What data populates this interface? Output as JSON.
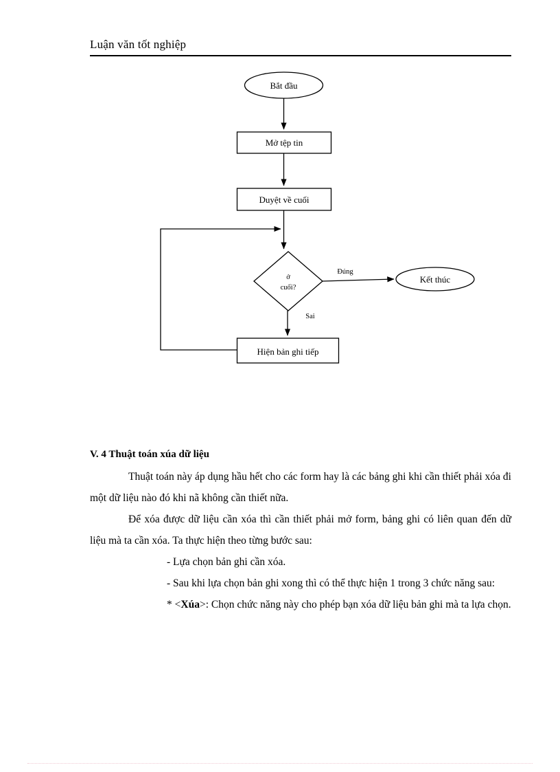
{
  "header": {
    "title": "Luận văn tốt nghiệp"
  },
  "flowchart": {
    "name": "thuat-toan-duyet-ban-ghi",
    "nodes": {
      "start": "Bắt đầu",
      "open_file": "Mở tệp tin",
      "browse_end": "Duyệt về cuối",
      "decision_line1": "ở",
      "decision_line2": "cuối?",
      "end": "Kết thúc",
      "next_record": "Hiện bản ghi tiếp"
    },
    "edge_labels": {
      "true_label": "Đúng",
      "false_label": "Sai"
    }
  },
  "content": {
    "heading": "V. 4 Thuật toán xúa dữ liệu",
    "paragraph_1": "Thuật toán này áp dụng hầu hết cho các form hay là các bảng ghi khi cần thiết phải xóa đi một dữ liệu nào đó khi nã không cần thiết nữa.",
    "paragraph_2": "Để xóa được dữ liệu cần xóa thì cần thiết phải mở form, bảng ghi có liên quan đến dữ liệu mà ta cần xóa. Ta thực hiện theo từng bước sau:",
    "bullet_1": "- Lựa chọn bản ghi cần xóa.",
    "bullet_2": "- Sau khi lựa chọn bản ghi xong thì có thể thực hiện 1 trong 3 chức năng sau:",
    "bullet_3_prefix": "* <",
    "bullet_3_bold": "Xúa",
    "bullet_3_suffix": ">: Chọn chức năng này cho phép bạn xóa dữ liệu bản ghi mà ta lựa chọn."
  },
  "colors": {
    "ink": "#000000",
    "paper": "#ffffff",
    "page_boundary": "#f0c8d2"
  }
}
